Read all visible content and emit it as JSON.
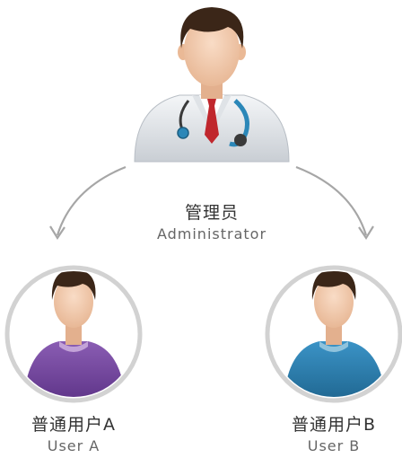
{
  "admin": {
    "title_zh": "管理员",
    "title_en": "Administrator"
  },
  "users": [
    {
      "title_zh": "普通用户A",
      "title_en": "User A",
      "shirt_color": "#7a4fa3",
      "collar_color": "#c3a3d8"
    },
    {
      "title_zh": "普通用户B",
      "title_en": "User B",
      "shirt_color": "#2f7fb0",
      "collar_color": "#8fc3dd"
    }
  ],
  "colors": {
    "arrow": "#a6a6a6",
    "ring": "#d2d2d2",
    "hair": "#3b2618",
    "skin": "#f4cdb0",
    "coat": "#e9ecef",
    "tie": "#c0272d",
    "stethoscope": "#2b87b8"
  }
}
